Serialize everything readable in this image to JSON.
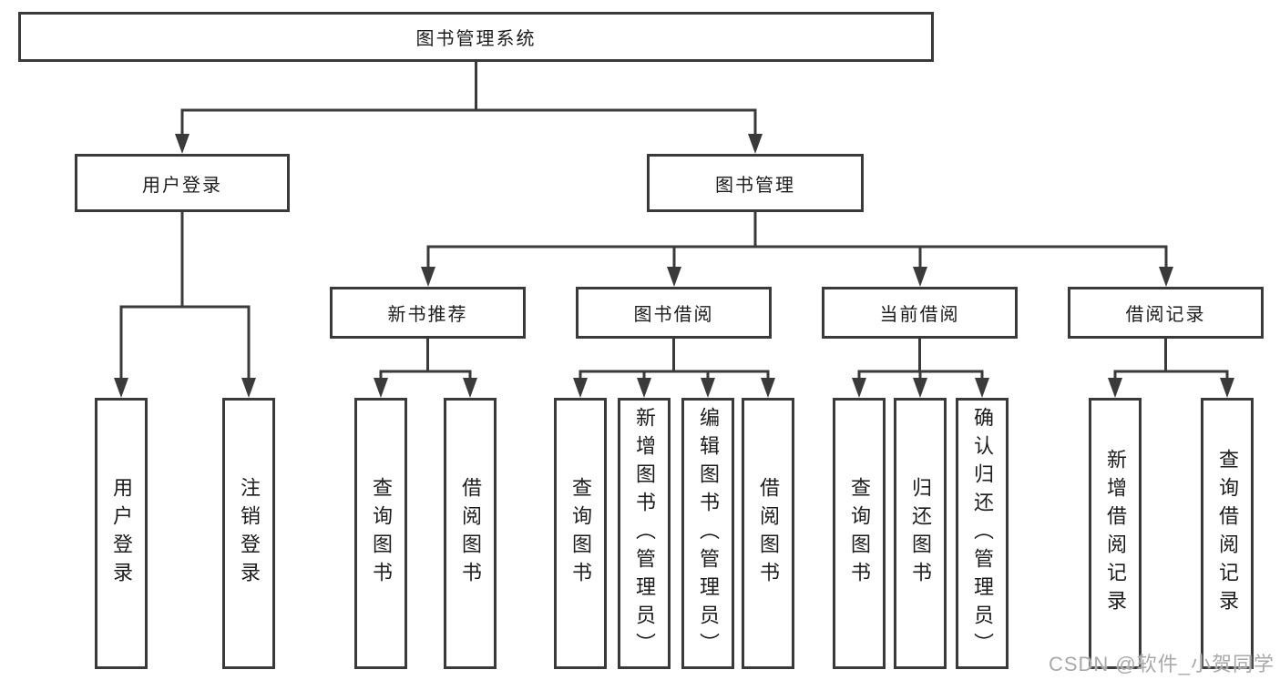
{
  "tree": {
    "root": "图书管理系统",
    "branches": [
      {
        "label": "用户登录",
        "children": [
          "用户登录",
          "注销登录"
        ]
      },
      {
        "label": "图书管理",
        "children": [
          {
            "label": "新书推荐",
            "children": [
              "查询图书",
              "借阅图书"
            ]
          },
          {
            "label": "图书借阅",
            "children": [
              "查询图书",
              "新增图书（管理员）",
              "编辑图书（管理员）",
              "借阅图书"
            ]
          },
          {
            "label": "当前借阅",
            "children": [
              "查询图书",
              "归还图书",
              "确认归还（管理员）"
            ]
          },
          {
            "label": "借阅记录",
            "children": [
              "新增借阅记录",
              "查询借阅记录"
            ]
          }
        ]
      }
    ]
  },
  "watermark": "CSDN @软件_小贺同学",
  "colors": {
    "line": "#3a3a3a",
    "text": "#1c1c1c",
    "watermark": "#a9a9a9",
    "background": "#ffffff"
  }
}
